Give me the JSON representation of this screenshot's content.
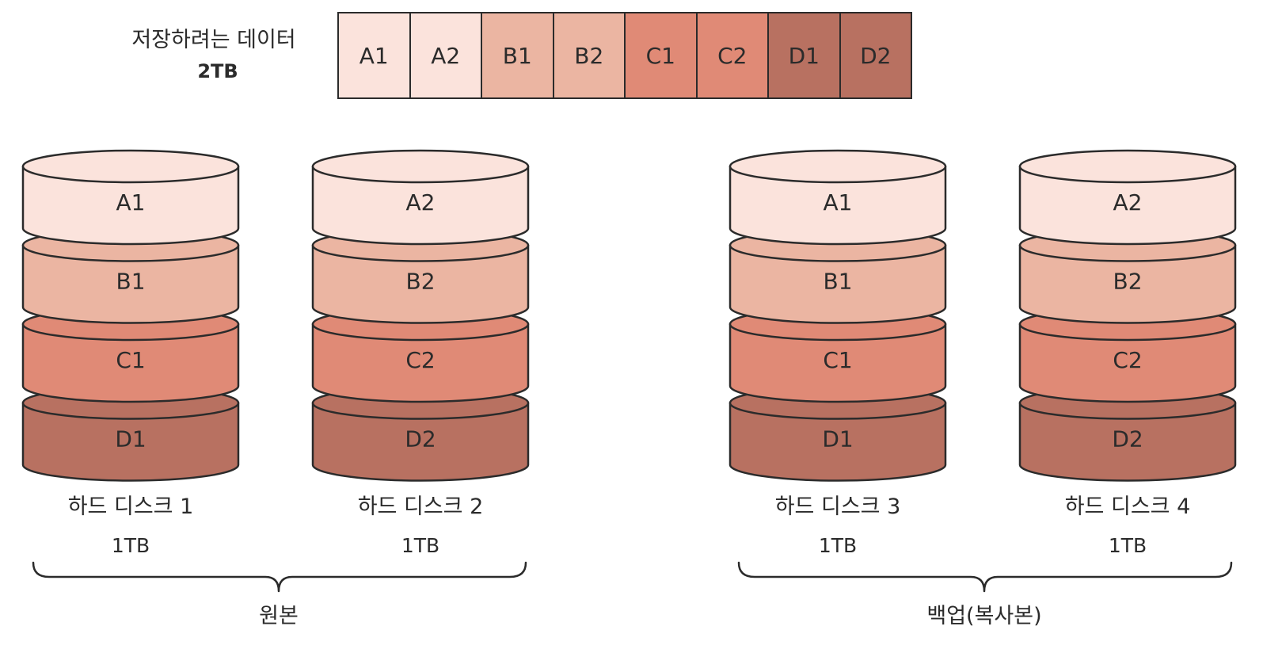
{
  "header": {
    "title": "저장하려는 데이터",
    "size": "2TB"
  },
  "data_blocks": [
    {
      "label": "A1",
      "color": "#fbe3dc"
    },
    {
      "label": "A2",
      "color": "#fbe3dc"
    },
    {
      "label": "B1",
      "color": "#ebb5a2"
    },
    {
      "label": "B2",
      "color": "#ebb5a2"
    },
    {
      "label": "C1",
      "color": "#e08a76"
    },
    {
      "label": "C2",
      "color": "#e08a76"
    },
    {
      "label": "D1",
      "color": "#b87161"
    },
    {
      "label": "D2",
      "color": "#b87161"
    }
  ],
  "disks": [
    {
      "name": "하드 디스크 1",
      "capacity": "1TB",
      "layers": [
        "A1",
        "B1",
        "C1",
        "D1"
      ]
    },
    {
      "name": "하드 디스크 2",
      "capacity": "1TB",
      "layers": [
        "A2",
        "B2",
        "C2",
        "D2"
      ]
    },
    {
      "name": "하드 디스크 3",
      "capacity": "1TB",
      "layers": [
        "A1",
        "B1",
        "C1",
        "D1"
      ]
    },
    {
      "name": "하드 디스크 4",
      "capacity": "1TB",
      "layers": [
        "A2",
        "B2",
        "C2",
        "D2"
      ]
    }
  ],
  "groups": [
    {
      "label": "원본"
    },
    {
      "label": "백업(복사본)"
    }
  ],
  "colors": {
    "A": "#fbe3dc",
    "B": "#ebb5a2",
    "C": "#e08a76",
    "D": "#b87161",
    "stroke": "#2b2b2b"
  }
}
